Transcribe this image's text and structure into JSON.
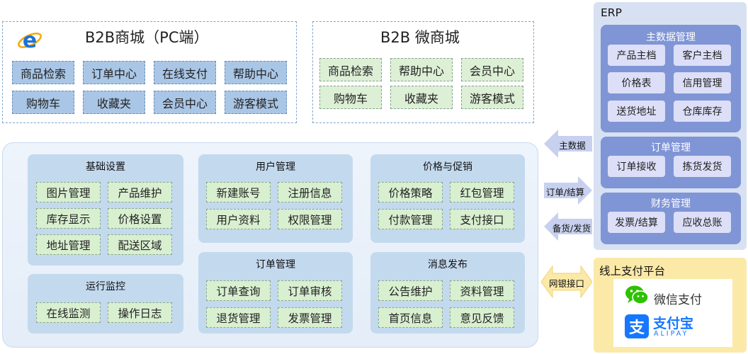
{
  "pc_mall": {
    "title": "B2B商城（PC端）",
    "icon": "ie-browser-icon",
    "items": [
      "商品检索",
      "订单中心",
      "在线支付",
      "帮助中心",
      "购物车",
      "收藏夹",
      "会员中心",
      "游客模式"
    ]
  },
  "micro_mall": {
    "title": "B2B 微商城",
    "items": [
      "商品检索",
      "帮助中心",
      "会员中心",
      "购物车",
      "收藏夹",
      "游客模式"
    ]
  },
  "backend": {
    "basic_settings": {
      "title": "基础设置",
      "items": [
        "图片管理",
        "产品维护",
        "库存显示",
        "价格设置",
        "地址管理",
        "配送区域"
      ]
    },
    "monitoring": {
      "title": "运行监控",
      "items": [
        "在线监测",
        "操作日志"
      ]
    },
    "user_mgmt": {
      "title": "用户管理",
      "items": [
        "新建账号",
        "注册信息",
        "用户资料",
        "权限管理"
      ]
    },
    "order_mgmt": {
      "title": "订单管理",
      "items": [
        "订单查询",
        "订单审核",
        "退货管理",
        "发票管理"
      ]
    },
    "pricing": {
      "title": "价格与促销",
      "items": [
        "价格策略",
        "红包管理",
        "付款管理",
        "支付接口"
      ]
    },
    "messaging": {
      "title": "消息发布",
      "items": [
        "公告维护",
        "资料管理",
        "首页信息",
        "意见反馈"
      ]
    }
  },
  "arrows": {
    "master_data": "主数据",
    "order_settle": "订单/结算",
    "stock_ship": "备货/发货",
    "bank_api": "网银接口"
  },
  "erp": {
    "title": "ERP",
    "master": {
      "title": "主数据管理",
      "items": [
        "产品主档",
        "客户主档",
        "价格表",
        "信用管理",
        "送货地址",
        "仓库库存"
      ]
    },
    "order": {
      "title": "订单管理",
      "items": [
        "订单接收",
        "拣货发货"
      ]
    },
    "finance": {
      "title": "财务管理",
      "items": [
        "发票/结算",
        "应收总账"
      ]
    }
  },
  "payment": {
    "title": "线上支付平台",
    "wechat": "微信支付",
    "alipay_cn": "支付宝",
    "alipay_en": "ALIPAY"
  },
  "colors": {
    "dashed_border": "#7fa7cf",
    "blue_button": "#a9c6e6",
    "green_button": "#ddf0d6",
    "erp_module": "#7f95d6",
    "payment_panel": "#fbe9a8",
    "wechat_green": "#2dc100",
    "alipay_blue": "#1677ff"
  }
}
